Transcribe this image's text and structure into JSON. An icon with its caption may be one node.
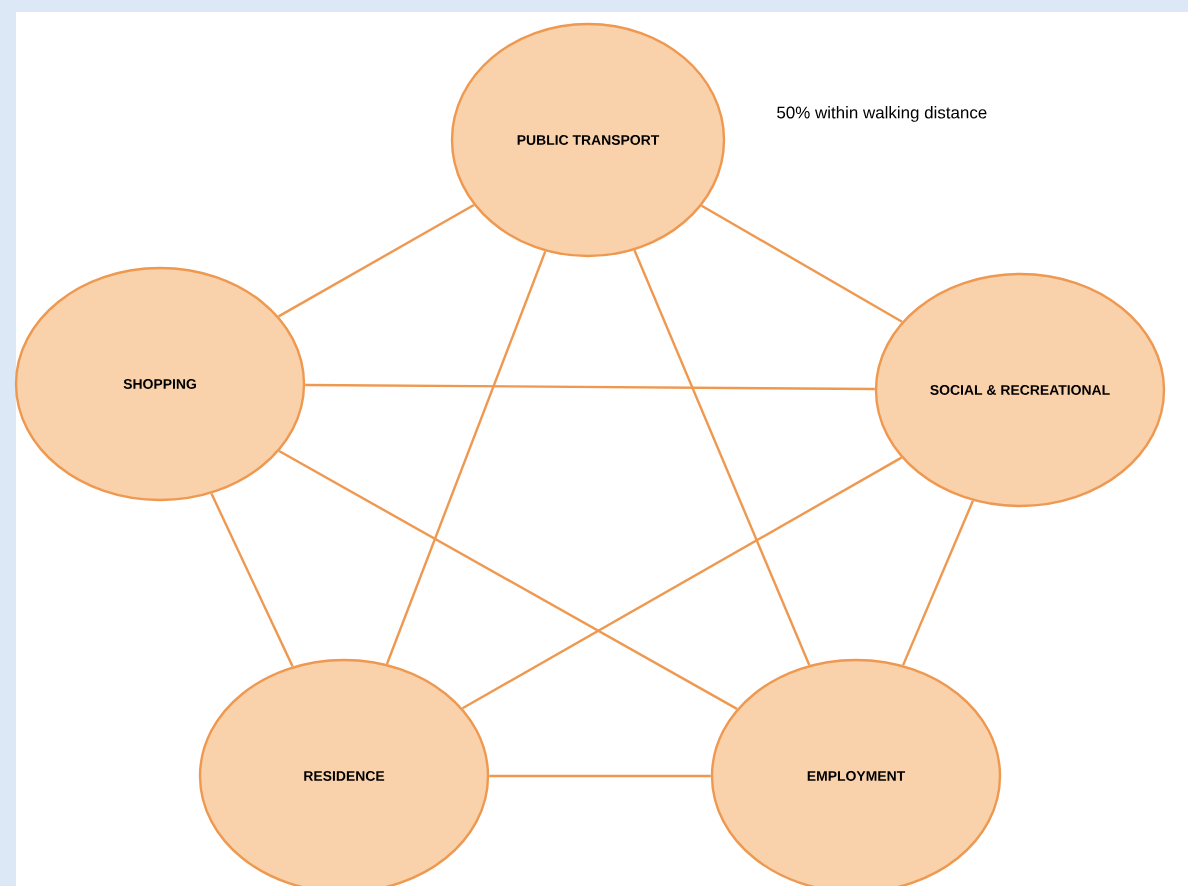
{
  "diagram": {
    "nodes": [
      {
        "text": [
          "PUBLIC TRANSPORT"
        ],
        "beside": [
          "50% within walking distance"
        ]
      },
      {
        "text": [
          "SHOPPING"
        ]
      },
      {
        "text": [
          "SOCIAL & RECREATIONAL"
        ]
      },
      {
        "text": [
          "RESIDENCE"
        ]
      },
      {
        "text": [
          "EMPLOYMENT"
        ]
      }
    ],
    "edges": [
      {
        "from": 0,
        "to": 1,
        "arrow": "none"
      },
      {
        "from": 0,
        "to": 2,
        "arrow": "none"
      },
      {
        "from": 0,
        "to": 3,
        "arrow": "none"
      },
      {
        "from": 0,
        "to": 4,
        "arrow": "none"
      },
      {
        "from": 1,
        "to": 2,
        "arrow": "none"
      },
      {
        "from": 1,
        "to": 3,
        "arrow": "none"
      },
      {
        "from": 1,
        "to": 4,
        "arrow": "none"
      },
      {
        "from": 2,
        "to": 3,
        "arrow": "none"
      },
      {
        "from": 2,
        "to": 4,
        "arrow": "none"
      },
      {
        "from": 3,
        "to": 4,
        "arrow": "none"
      }
    ]
  }
}
